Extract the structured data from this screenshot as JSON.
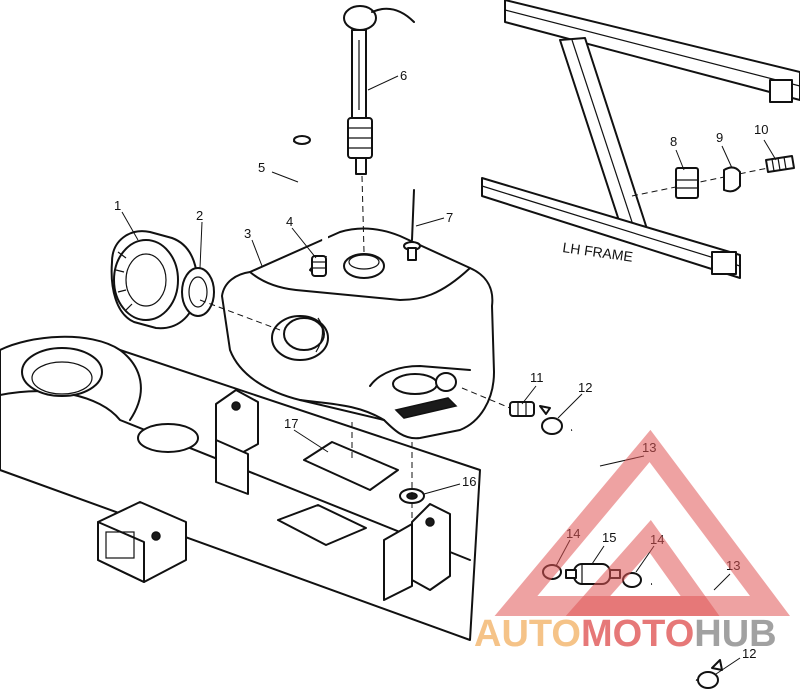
{
  "diagram": {
    "frame_label": "LH FRAME",
    "callouts": [
      {
        "id": "c1",
        "text": "1"
      },
      {
        "id": "c2",
        "text": "2"
      },
      {
        "id": "c3",
        "text": "3"
      },
      {
        "id": "c4",
        "text": "4"
      },
      {
        "id": "c5",
        "text": "5"
      },
      {
        "id": "c6",
        "text": "6"
      },
      {
        "id": "c7",
        "text": "7"
      },
      {
        "id": "c8",
        "text": "8"
      },
      {
        "id": "c9",
        "text": "9"
      },
      {
        "id": "c10",
        "text": "10"
      },
      {
        "id": "c11",
        "text": "11"
      },
      {
        "id": "c12a",
        "text": "12"
      },
      {
        "id": "c12b",
        "text": "12"
      },
      {
        "id": "c13a",
        "text": "13"
      },
      {
        "id": "c13b",
        "text": "13"
      },
      {
        "id": "c14a",
        "text": "14"
      },
      {
        "id": "c14b",
        "text": "14"
      },
      {
        "id": "c15",
        "text": "15"
      },
      {
        "id": "c16",
        "text": "16"
      },
      {
        "id": "c17",
        "text": "17"
      }
    ]
  },
  "watermark": {
    "part1": "AUTO",
    "part2": "MOTO",
    "part3": "HUB",
    "colors": {
      "orange": "#f2b46a",
      "red": "#e05656",
      "grey": "#8a8a8a"
    }
  }
}
